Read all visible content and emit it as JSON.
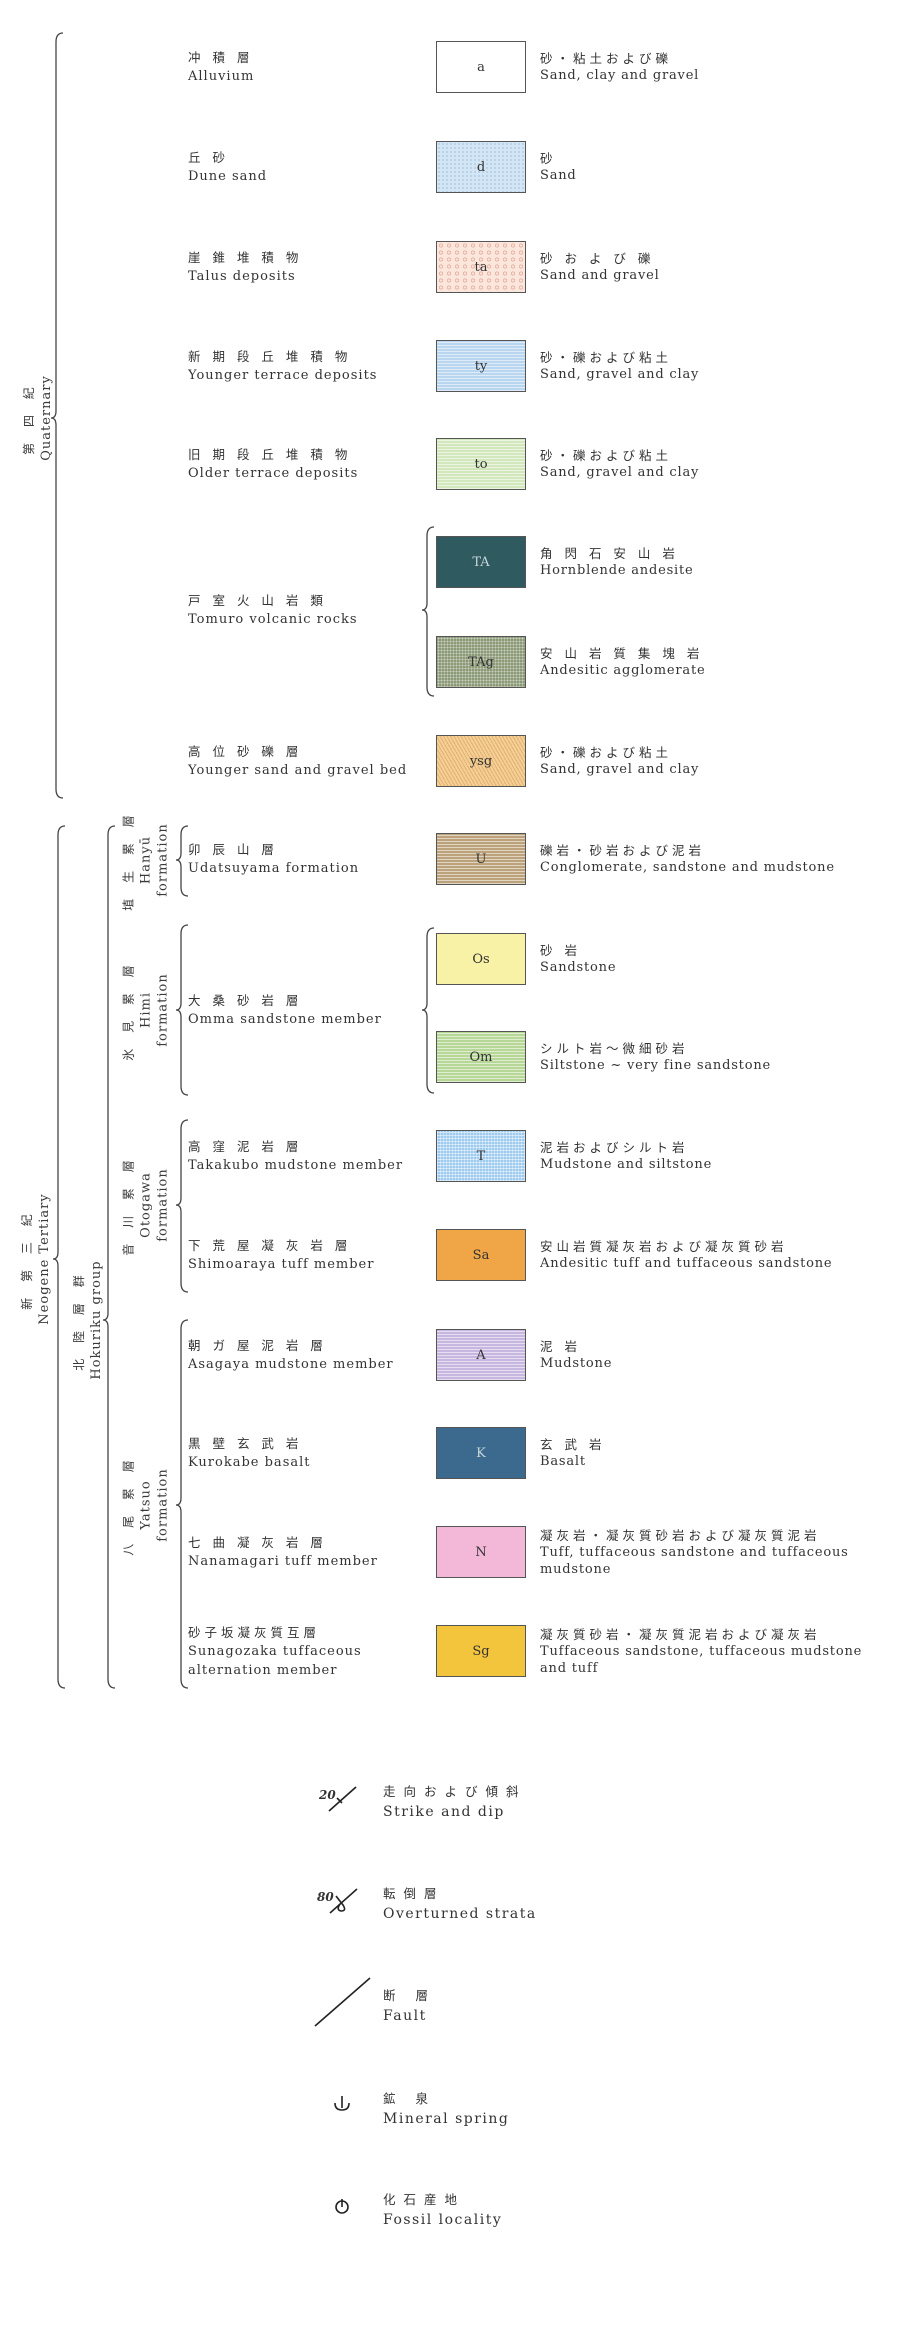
{
  "groups": {
    "quaternary": {
      "jp": "第 四 紀",
      "en": "Quaternary"
    },
    "neogene": {
      "jp": "新 第 三 紀",
      "en": "Neogene Tertiary"
    },
    "hokuriku": {
      "jp": "北 陸 層 群",
      "en": "Hokuriku group"
    },
    "hanyu": {
      "jp": "埴 生 累 層",
      "en": "Hanyū",
      "en2": "formation"
    },
    "himi": {
      "jp": "氷 見 累 層",
      "en": "Himi",
      "en2": "formation"
    },
    "otogawa": {
      "jp": "音 川 累 層",
      "en": "Otogawa",
      "en2": "formation"
    },
    "yatsuo": {
      "jp": "八 尾 累 層",
      "en": "Yatsuo",
      "en2": "formation"
    },
    "tomuro": {
      "jp": "戸 室 火 山 岩 類",
      "en": "Tomuro volcanic rocks"
    },
    "omma": {
      "jp": "大 桑 砂 岩 層",
      "en": "Omma sandstone member"
    }
  },
  "units": [
    {
      "symbol": "a",
      "color": "#ffffff",
      "pattern": "",
      "name_jp": "冲 積 層",
      "name_en": [
        "Alluvium"
      ],
      "desc_jp": "砂・粘土および礫",
      "desc_en": [
        "Sand, clay and gravel"
      ]
    },
    {
      "symbol": "d",
      "color": "#d3e6f6",
      "pattern": "dots",
      "name_jp": "丘 砂",
      "name_en": [
        "Dune sand"
      ],
      "desc_jp": "砂",
      "desc_en": [
        "Sand"
      ]
    },
    {
      "symbol": "ta",
      "color": "#fbe6dc",
      "pattern": "circ",
      "name_jp": "崖 錐 堆 積 物",
      "name_en": [
        "Talus deposits"
      ],
      "desc_jp": "砂 お よ び 礫",
      "desc_en": [
        "Sand and gravel"
      ]
    },
    {
      "symbol": "ty",
      "color": "#b8d6ef",
      "pattern": "hl",
      "name_jp": "新 期 段 丘 堆 積 物",
      "name_en": [
        "Younger terrace deposits"
      ],
      "desc_jp": "砂・礫および粘土",
      "desc_en": [
        "Sand, gravel and clay"
      ]
    },
    {
      "symbol": "to",
      "color": "#d2e8bc",
      "pattern": "hl",
      "name_jp": "旧 期 段 丘 堆 積 物",
      "name_en": [
        "Older terrace deposits"
      ],
      "desc_jp": "砂・礫および粘土",
      "desc_en": [
        "Sand, gravel and clay"
      ]
    },
    {
      "symbol": "TA",
      "color": "#2f5a60",
      "pattern": "",
      "name_jp": "",
      "name_en": [],
      "desc_jp": "角 閃 石 安 山 岩",
      "desc_en": [
        "Hornblende andesite"
      ]
    },
    {
      "symbol": "TAg",
      "color": "#8c9a78",
      "pattern": "tdots",
      "name_jp": "",
      "name_en": [],
      "desc_jp": "安 山 岩 質 集 塊 岩",
      "desc_en": [
        "Andesitic agglomerate"
      ]
    },
    {
      "symbol": "ysg",
      "color": "#f6cf95",
      "pattern": "hatch",
      "name_jp": "高 位 砂 礫 層",
      "name_en": [
        "Younger sand and gravel bed"
      ],
      "desc_jp": "砂・礫および粘土",
      "desc_en": [
        "Sand, gravel and clay"
      ]
    },
    {
      "symbol": "U",
      "color": "#bba27a",
      "pattern": "hl",
      "name_jp": "卯 辰 山 層",
      "name_en": [
        "Udatsuyama formation"
      ],
      "desc_jp": "礫岩・砂岩および泥岩",
      "desc_en": [
        "Conglomerate, sandstone and mudstone"
      ]
    },
    {
      "symbol": "Os",
      "color": "#f8f2a6",
      "pattern": "",
      "name_jp": "",
      "name_en": [],
      "desc_jp": "砂 岩",
      "desc_en": [
        "Sandstone"
      ]
    },
    {
      "symbol": "Om",
      "color": "#b7d797",
      "pattern": "hl",
      "name_jp": "",
      "name_en": [],
      "desc_jp": "シルト岩～微細砂岩",
      "desc_en": [
        "Siltstone ~ very fine sandstone"
      ]
    },
    {
      "symbol": "T",
      "color": "#9dcaef",
      "pattern": "grid",
      "name_jp": "高 窪 泥 岩 層",
      "name_en": [
        "Takakubo mudstone member"
      ],
      "desc_jp": "泥岩およびシルト岩",
      "desc_en": [
        "Mudstone and siltstone"
      ]
    },
    {
      "symbol": "Sa",
      "color": "#f0a646",
      "pattern": "",
      "name_jp": "下 荒 屋 凝 灰 岩 層",
      "name_en": [
        "Shimoaraya tuff member"
      ],
      "desc_jp": "安山岩質凝灰岩および凝灰質砂岩",
      "desc_en": [
        "Andesitic tuff and tuffaceous sandstone"
      ]
    },
    {
      "symbol": "A",
      "color": "#c6b6e0",
      "pattern": "hl",
      "name_jp": "朝 ガ 屋 泥 岩 層",
      "name_en": [
        "Asagaya mudstone member"
      ],
      "desc_jp": "泥 岩",
      "desc_en": [
        "Mudstone"
      ]
    },
    {
      "symbol": "K",
      "color": "#3c6a8e",
      "pattern": "",
      "name_jp": "黒 壁 玄 武 岩",
      "name_en": [
        "Kurokabe basalt"
      ],
      "desc_jp": "玄 武 岩",
      "desc_en": [
        "Basalt"
      ]
    },
    {
      "symbol": "N",
      "color": "#f3b8d8",
      "pattern": "",
      "name_jp": "七 曲 凝 灰 岩 層",
      "name_en": [
        "Nanamagari tuff member"
      ],
      "desc_jp": "凝灰岩・凝灰質砂岩および凝灰質泥岩",
      "desc_en": [
        "Tuff, tuffaceous sandstone and tuffaceous",
        "mudstone"
      ]
    },
    {
      "symbol": "Sg",
      "color": "#f3c53c",
      "pattern": "",
      "name_jp": "砂子坂凝灰質互層",
      "name_en": [
        "Sunagozaka tuffaceous",
        "alternation member"
      ],
      "desc_jp": "凝灰質砂岩・凝灰質泥岩および凝灰岩",
      "desc_en": [
        "Tuffaceous sandstone, tuffaceous mudstone",
        "and tuff"
      ]
    }
  ],
  "symbols": {
    "strike": {
      "value": "20",
      "jp": "走向および傾斜",
      "en": "Strike and dip"
    },
    "overturned": {
      "value": "80",
      "jp": "転倒層",
      "en": "Overturned strata"
    },
    "fault": {
      "jp": "断 層",
      "en": "Fault"
    },
    "mineral": {
      "jp": "鉱 泉",
      "en": "Mineral spring"
    },
    "fossil": {
      "jp": "化石産地",
      "en": "Fossil locality"
    }
  }
}
